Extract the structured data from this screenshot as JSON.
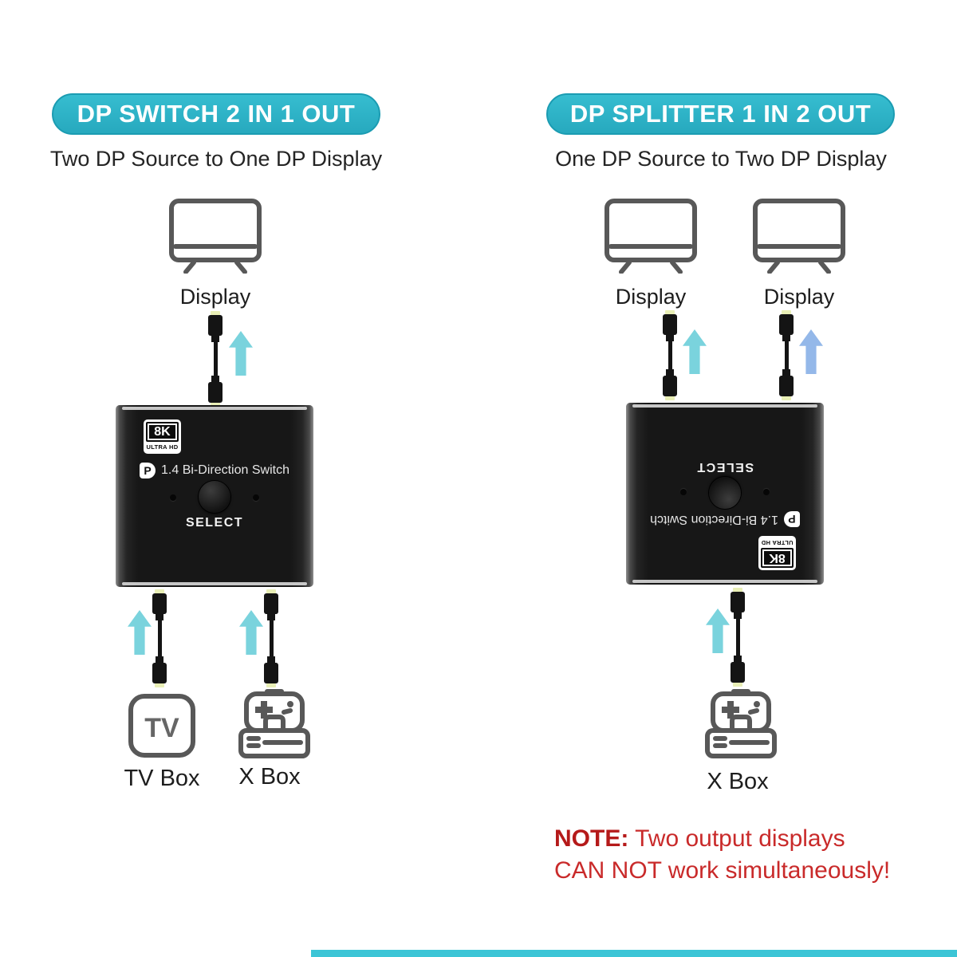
{
  "theme": {
    "pill_cyan": "#2cb5c9",
    "arrow_cyan": "#7ad3dd",
    "arrow_blue": "#94b8e9",
    "note_red": "#c32121",
    "device_body": "#171717",
    "icon_stroke": "#585858",
    "cable_tip_yellow": "#e9efb6"
  },
  "device": {
    "badge_line1": "8K",
    "badge_line2": "ULTRA HD",
    "dp_mark": "P",
    "name": "1.4 Bi-Direction Switch",
    "select_label": "SELECT"
  },
  "left_panel": {
    "header": "DP SWITCH 2 IN 1 OUT",
    "subtitle": "Two DP Source to One DP Display",
    "display_label": "Display",
    "tv_icon_text": "TV",
    "tv_box_label": "TV Box",
    "x_box_label": "X Box"
  },
  "right_panel": {
    "header": "DP SPLITTER 1 IN 2 OUT",
    "subtitle": "One DP Source to Two DP Display",
    "display_labels": [
      "Display",
      "Display"
    ],
    "x_box_label": "X Box",
    "note": {
      "prefix": "NOTE:",
      "line1_rest": " Two output displays",
      "line2": "CAN NOT work simultaneously!"
    }
  }
}
